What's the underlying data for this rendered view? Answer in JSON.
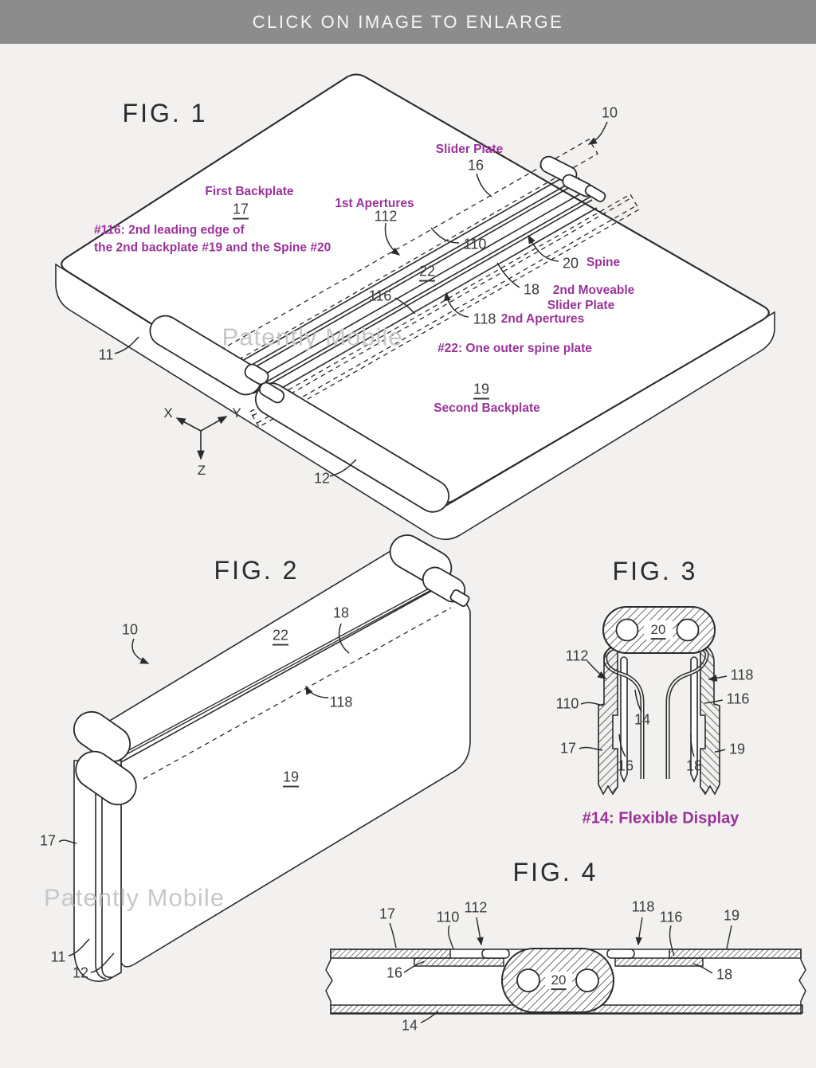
{
  "header": {
    "banner": "CLICK ON IMAGE TO ENLARGE"
  },
  "watermark": "Patently Mobile",
  "colors": {
    "banner_bg": "#8d8c8c",
    "background": "#f2f1ef",
    "accent_purple": "#993399",
    "line": "#2b2b2b",
    "watermark": "#c7c7c7"
  },
  "figures": {
    "fig1": {
      "title": "FIG. 1",
      "axis": {
        "x": "X",
        "y": "Y",
        "z": "Z"
      },
      "numbers": {
        "n10": "10",
        "n16": "16",
        "n17": "17",
        "n112": "112",
        "n110": "110",
        "n22": "22",
        "n20": "20",
        "n116": "116",
        "n118": "118",
        "n18": "18",
        "n19": "19",
        "n11": "11",
        "n12": "12"
      },
      "annotations": {
        "slider_plate": "Slider Plate",
        "first_backplate": "First Backplate",
        "first_apertures": "1st Apertures",
        "note_116_line1": "#116: 2nd leading edge of",
        "note_116_line2": "the 2nd backplate #19 and the Spine #20",
        "spine": "Spine",
        "moveable_line1": "2nd Moveable",
        "moveable_line2": "Slider Plate",
        "second_apertures": "2nd Apertures",
        "note_22": "#22: One outer spine plate",
        "second_backplate": "Second Backplate"
      }
    },
    "fig2": {
      "title": "FIG. 2",
      "numbers": {
        "n10": "10",
        "n22": "22",
        "n18": "18",
        "n118": "118",
        "n19": "19",
        "n17": "17",
        "n11": "11",
        "n12": "12"
      }
    },
    "fig3": {
      "title": "FIG. 3",
      "caption": "#14: Flexible Display",
      "numbers": {
        "n20": "20",
        "n112": "112",
        "n118": "118",
        "n110": "110",
        "n116": "116",
        "n14": "14",
        "n17": "17",
        "n16": "16",
        "n18": "18",
        "n19": "19"
      }
    },
    "fig4": {
      "title": "FIG. 4",
      "numbers": {
        "n17": "17",
        "n110": "110",
        "n112": "112",
        "n118": "118",
        "n116": "116",
        "n19": "19",
        "n16": "16",
        "n20": "20",
        "n18": "18",
        "n14": "14"
      }
    }
  }
}
